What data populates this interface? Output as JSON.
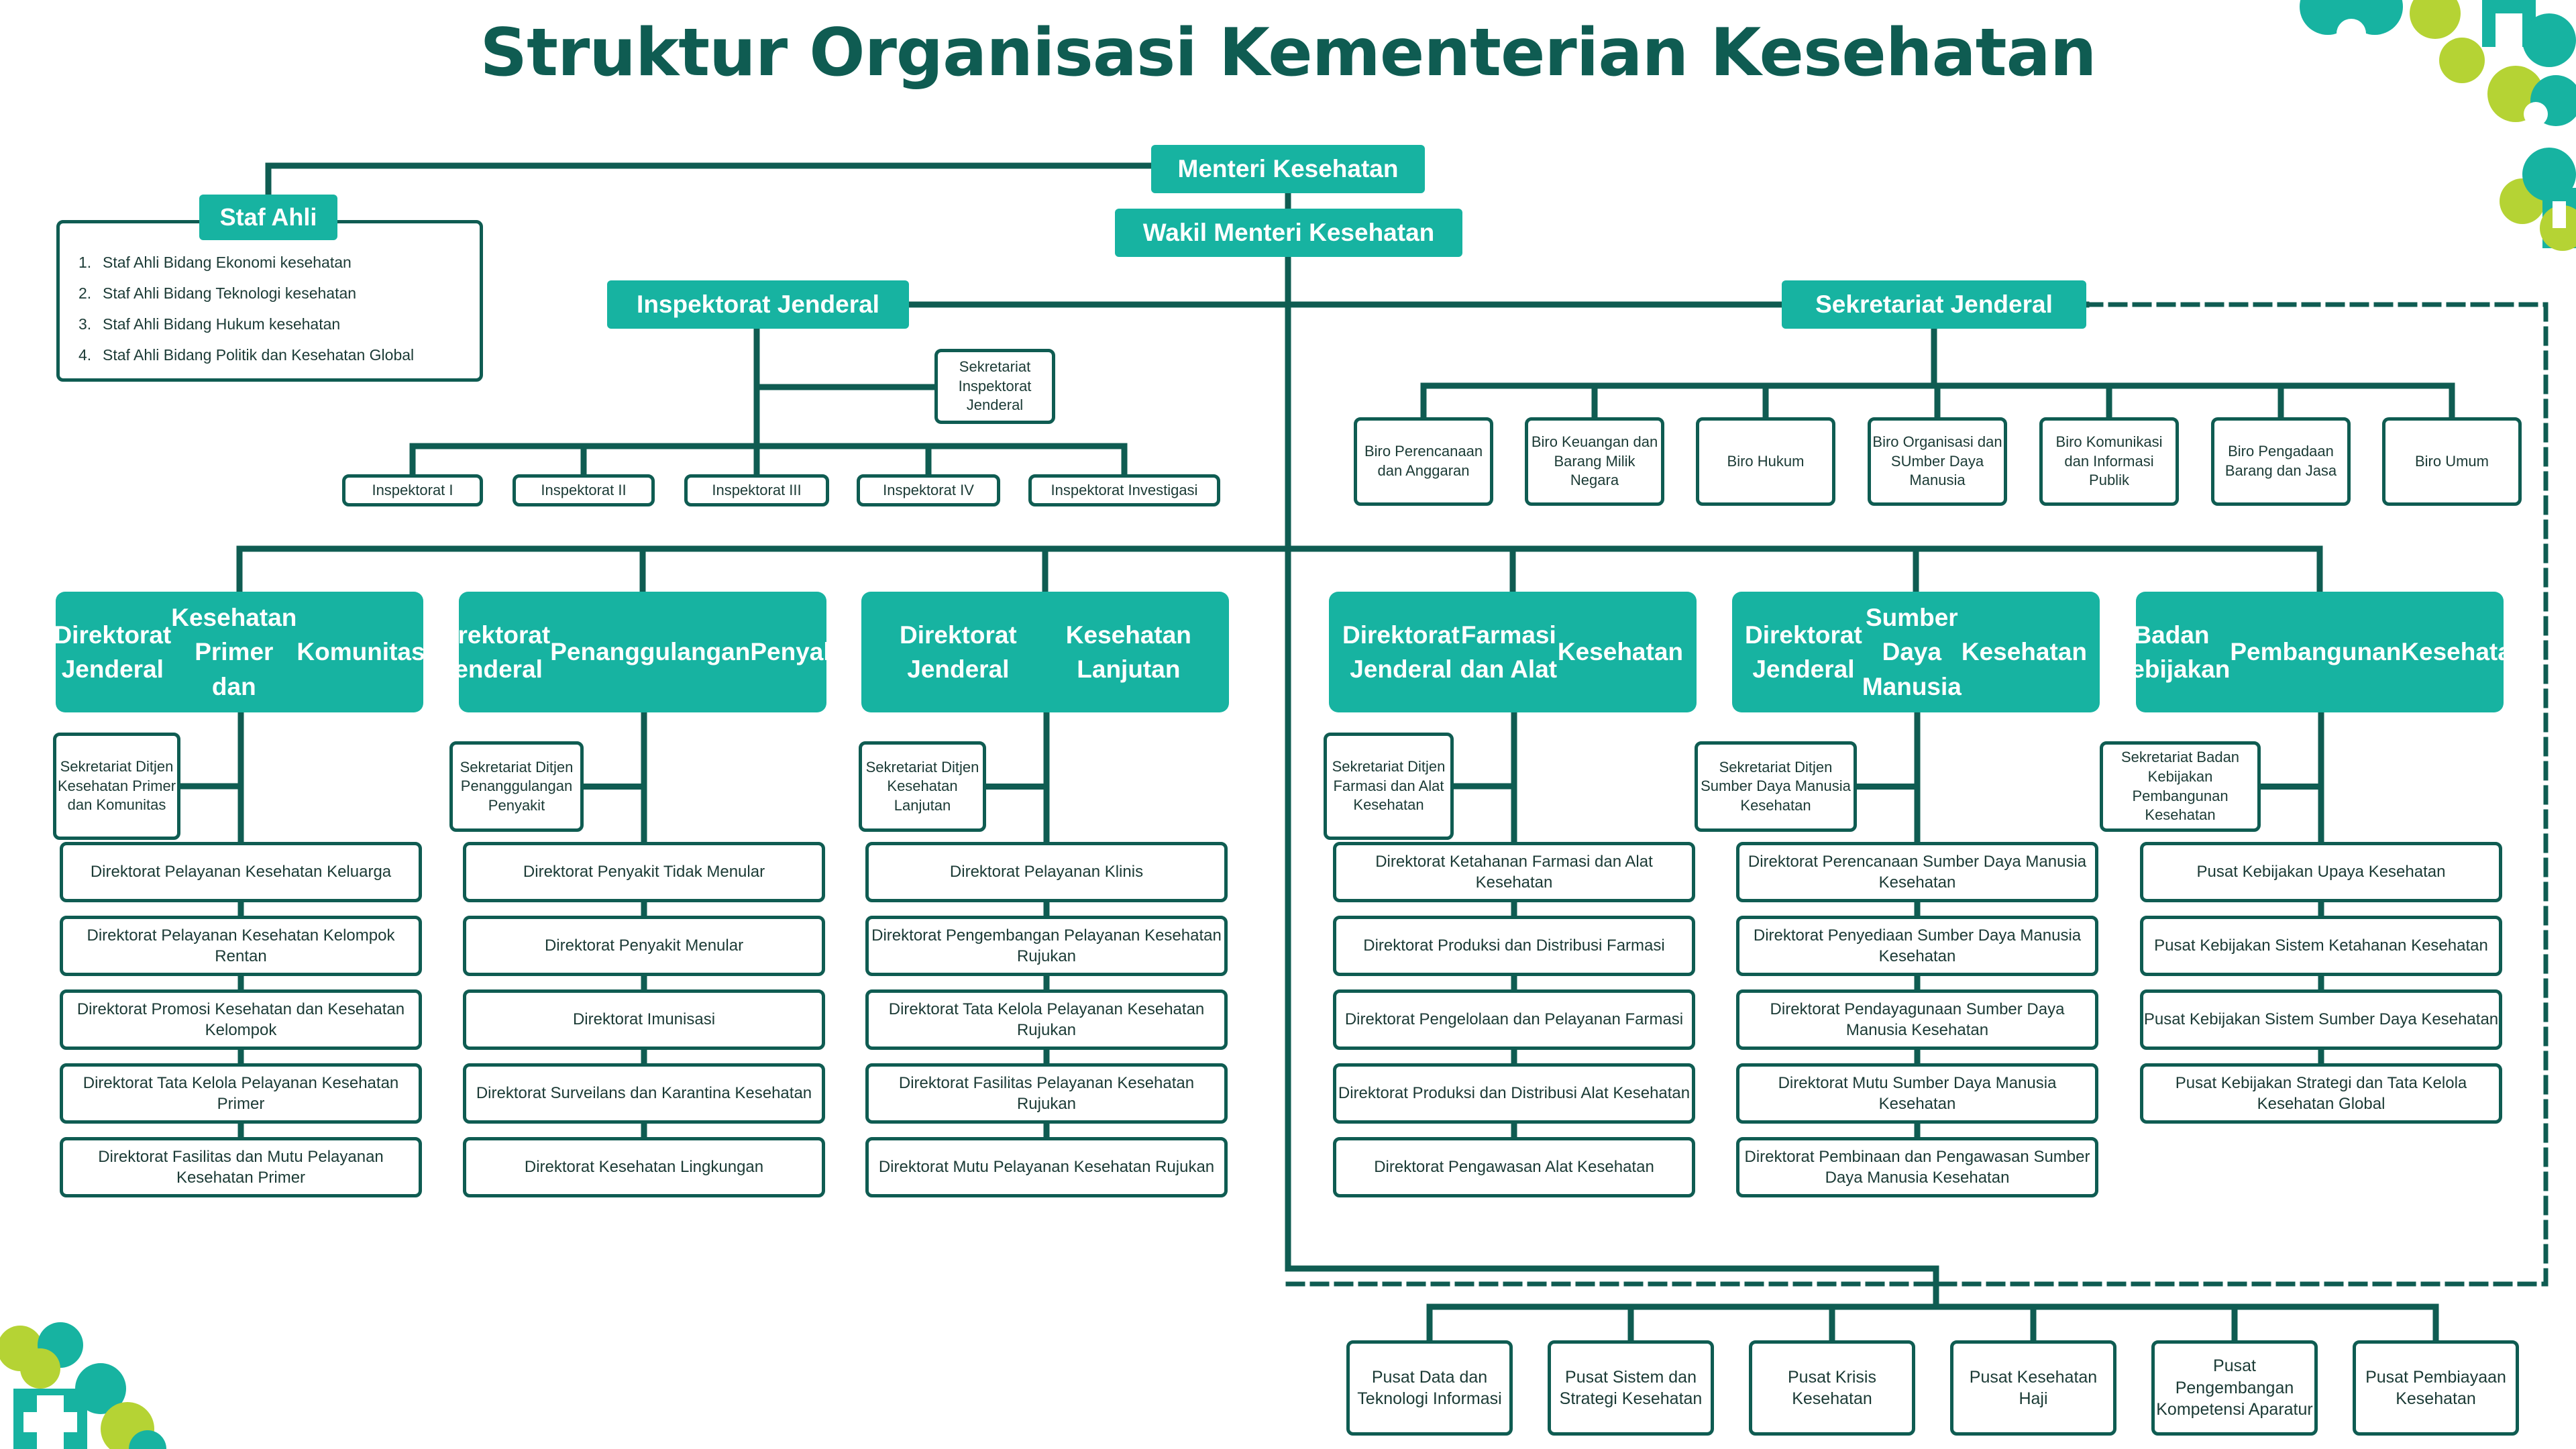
{
  "title": "Struktur Organisasi Kementerian Kesehatan",
  "colors": {
    "primary_dark": "#0f5c52",
    "teal": "#17b3a1",
    "lime": "#b5d334"
  },
  "menteri": "Menteri Kesehatan",
  "wakil": "Wakil Menteri Kesehatan",
  "staf_ahli": {
    "title": "Staf Ahli",
    "items": [
      {
        "num": "1.",
        "text": "Staf Ahli Bidang Ekonomi kesehatan"
      },
      {
        "num": "2.",
        "text": "Staf Ahli Bidang Teknologi kesehatan"
      },
      {
        "num": "3.",
        "text": "Staf Ahli Bidang Hukum kesehatan"
      },
      {
        "num": "4.",
        "text": "Staf Ahli Bidang Politik dan Kesehatan Global"
      }
    ]
  },
  "inspektorat": {
    "title": "Inspektorat Jenderal",
    "sekretariat": "Sekretariat Inspektorat Jenderal",
    "units": [
      "Inspektorat I",
      "Inspektorat II",
      "Inspektorat III",
      "Inspektorat IV",
      "Inspektorat Investigasi"
    ]
  },
  "sekjen": {
    "title": "Sekretariat Jenderal",
    "biro": [
      "Biro Perencanaan dan Anggaran",
      "Biro Keuangan dan Barang Milik Negara",
      "Biro Hukum",
      "Biro Organisasi dan SUmber Daya Manusia",
      "Biro Komunikasi dan Informasi Publik",
      "Biro Pengadaan Barang dan Jasa",
      "Biro Umum"
    ]
  },
  "ditjen": [
    {
      "title": [
        "Direktorat Jenderal",
        "Kesehatan Primer dan",
        "Komunitas"
      ],
      "sekretariat": "Sekretariat Ditjen Kesehatan Primer dan Komunitas",
      "units": [
        "Direktorat Pelayanan Kesehatan Keluarga",
        "Direktorat Pelayanan Kesehatan Kelompok Rentan",
        "Direktorat Promosi Kesehatan dan Kesehatan Kelompok",
        "Direktorat Tata Kelola Pelayanan Kesehatan Primer",
        "Direktorat Fasilitas dan Mutu Pelayanan Kesehatan Primer"
      ]
    },
    {
      "title": [
        "Direktorat Jenderal",
        "Penanggulangan",
        "Penyakit"
      ],
      "sekretariat": "Sekretariat Ditjen Penanggulangan Penyakit",
      "units": [
        "Direktorat Penyakit Tidak Menular",
        "Direktorat Penyakit Menular",
        "Direktorat Imunisasi",
        "Direktorat Surveilans dan Karantina Kesehatan",
        "Direktorat Kesehatan Lingkungan"
      ]
    },
    {
      "title": [
        "Direktorat Jenderal",
        "Kesehatan Lanjutan"
      ],
      "sekretariat": "Sekretariat Ditjen Kesehatan Lanjutan",
      "units": [
        "Direktorat Pelayanan Klinis",
        "Direktorat Pengembangan Pelayanan Kesehatan Rujukan",
        "Direktorat Tata Kelola Pelayanan Kesehatan Rujukan",
        "Direktorat Fasilitas Pelayanan Kesehatan Rujukan",
        "Direktorat Mutu Pelayanan Kesehatan Rujukan"
      ]
    },
    {
      "title": [
        "Direktorat Jenderal",
        "Farmasi dan Alat",
        "Kesehatan"
      ],
      "sekretariat": "Sekretariat Ditjen Farmasi dan Alat Kesehatan",
      "units": [
        "Direktorat Ketahanan Farmasi dan Alat Kesehatan",
        "Direktorat Produksi dan Distribusi Farmasi",
        "Direktorat Pengelolaan dan Pelayanan Farmasi",
        "Direktorat Produksi dan Distribusi Alat Kesehatan",
        "Direktorat Pengawasan Alat Kesehatan"
      ]
    },
    {
      "title": [
        "Direktorat Jenderal",
        "Sumber Daya Manusia",
        "Kesehatan"
      ],
      "sekretariat": "Sekretariat Ditjen Sumber Daya Manusia Kesehatan",
      "units": [
        "Direktorat Perencanaan Sumber Daya Manusia Kesehatan",
        "Direktorat Penyediaan Sumber Daya Manusia Kesehatan",
        "Direktorat Pendayagunaan Sumber Daya Manusia Kesehatan",
        "Direktorat Mutu Sumber Daya Manusia Kesehatan",
        "Direktorat Pembinaan dan Pengawasan Sumber Daya Manusia Kesehatan"
      ]
    },
    {
      "title": [
        "Badan Kebijakan",
        "Pembangunan",
        "Kesehatan"
      ],
      "sekretariat": "Sekretariat Badan Kebijakan Pembangunan Kesehatan",
      "units": [
        "Pusat Kebijakan Upaya Kesehatan",
        "Pusat Kebijakan Sistem Ketahanan Kesehatan",
        "Pusat Kebijakan Sistem Sumber Daya Kesehatan",
        "Pusat Kebijakan Strategi dan Tata Kelola Kesehatan Global"
      ]
    }
  ],
  "pusat": [
    "Pusat Data dan Teknologi Informasi",
    "Pusat Sistem dan Strategi Kesehatan",
    "Pusat Krisis Kesehatan",
    "Pusat Kesehatan Haji",
    "Pusat Pengembangan Kompetensi Aparatur",
    "Pusat Pembiayaan Kesehatan"
  ]
}
